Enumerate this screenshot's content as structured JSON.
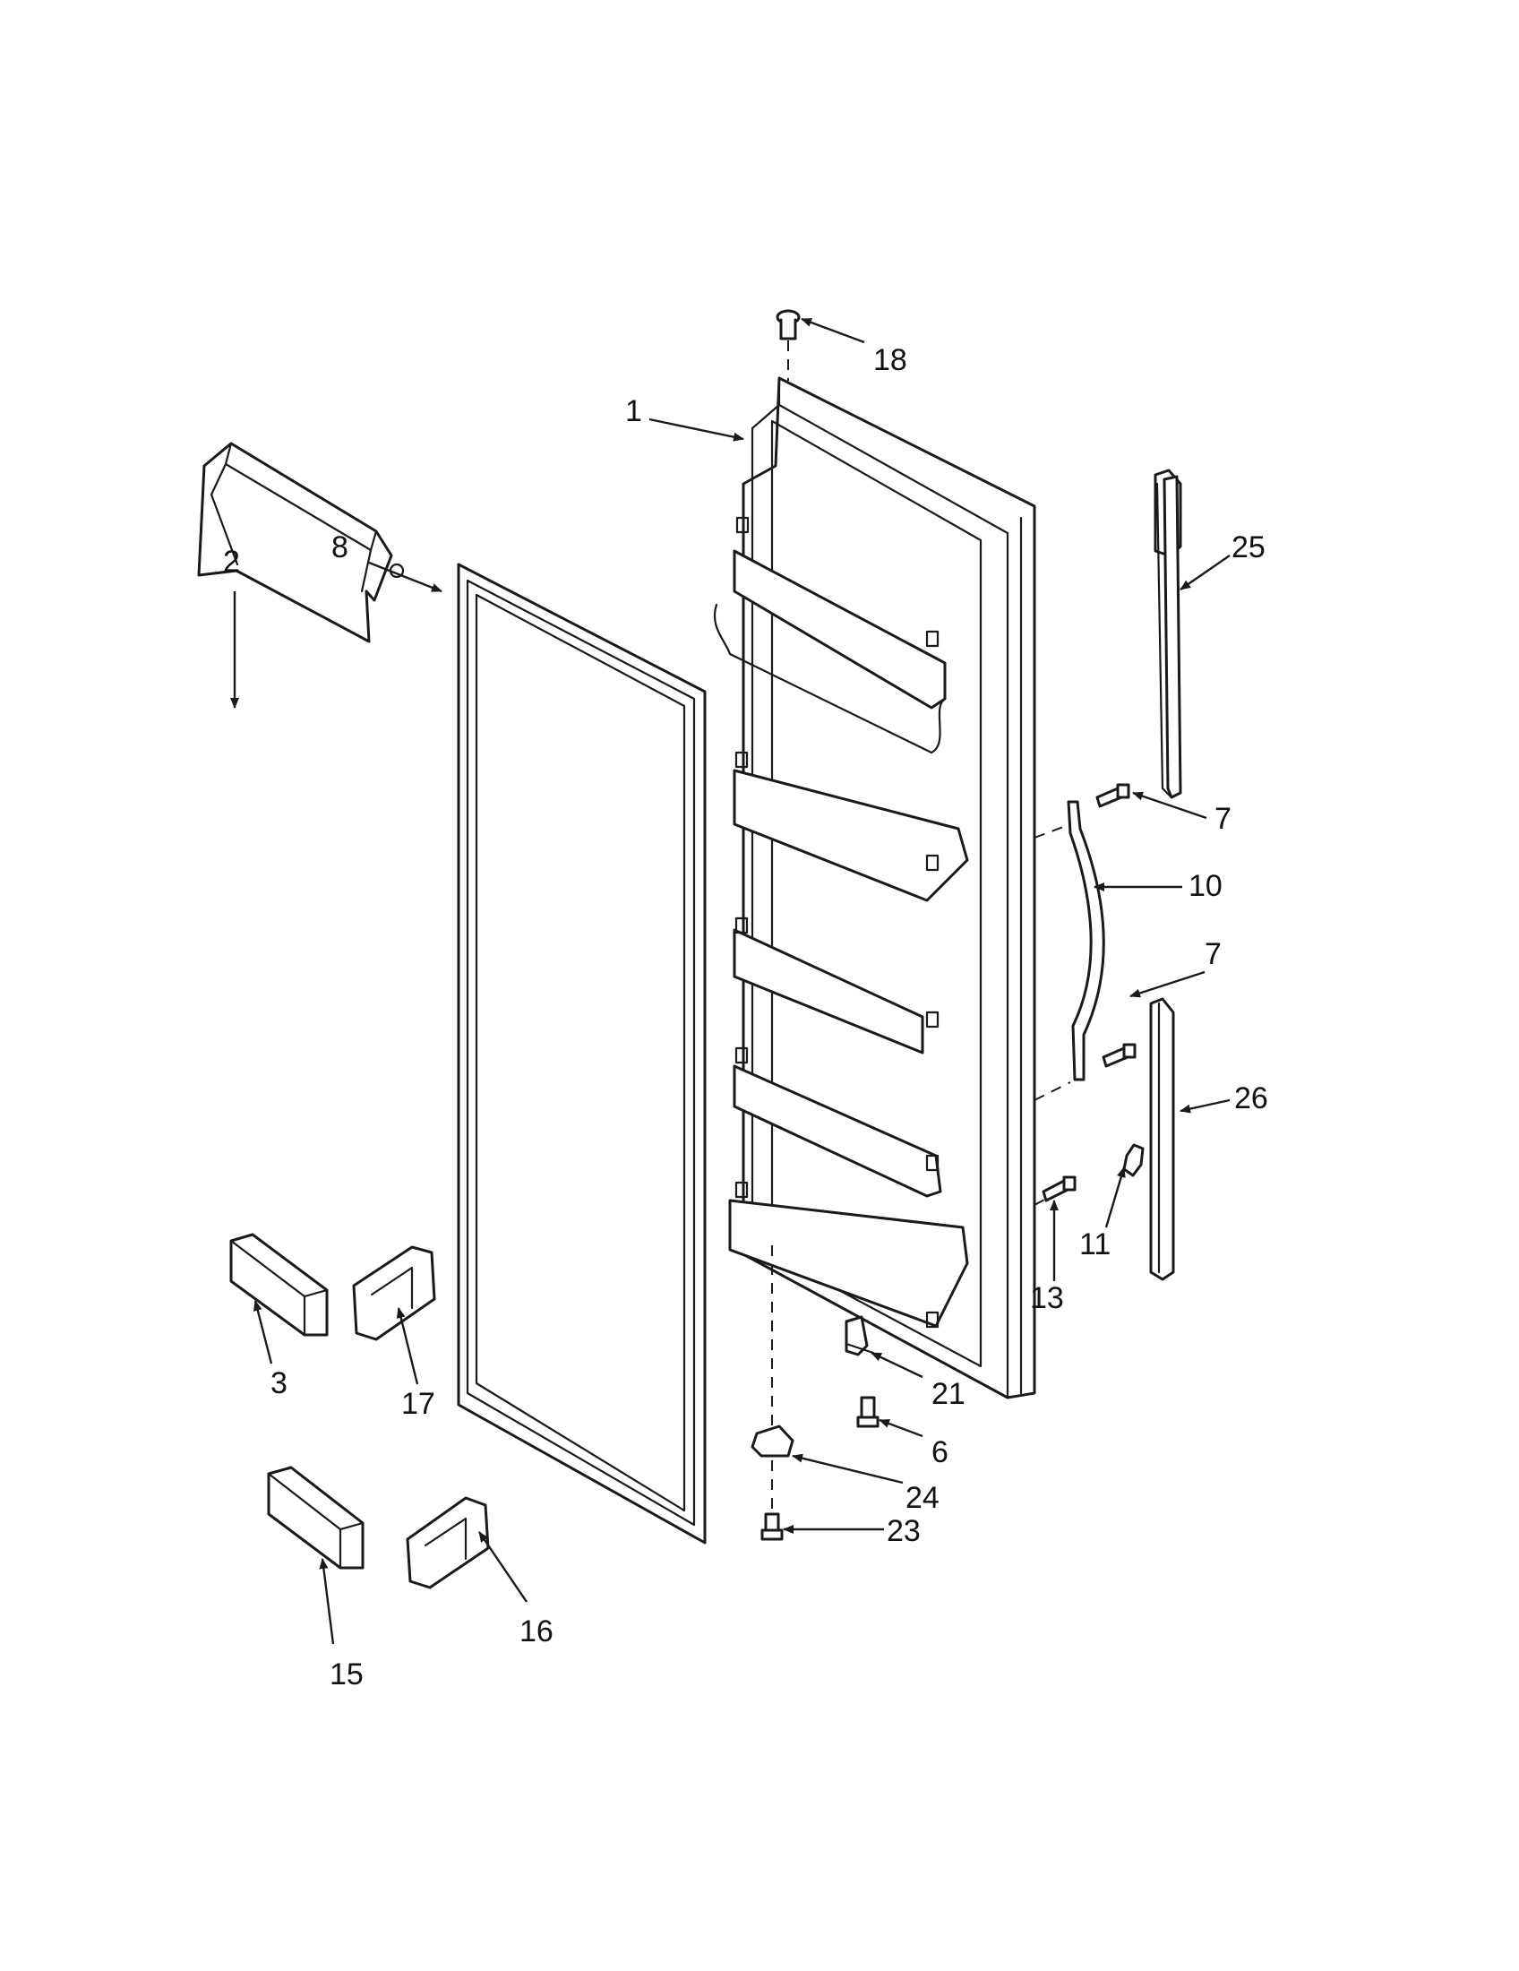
{
  "callouts": {
    "c1": "1",
    "c2": "2",
    "c3": "3",
    "c6": "6",
    "c7a": "7",
    "c7b": "7",
    "c8": "8",
    "c10": "10",
    "c11": "11",
    "c13": "13",
    "c15": "15",
    "c16": "16",
    "c17": "17",
    "c18": "18",
    "c21": "21",
    "c23": "23",
    "c24": "24",
    "c25": "25",
    "c26": "26"
  },
  "colors": {
    "line": "#1a1a1a",
    "background": "#ffffff"
  }
}
